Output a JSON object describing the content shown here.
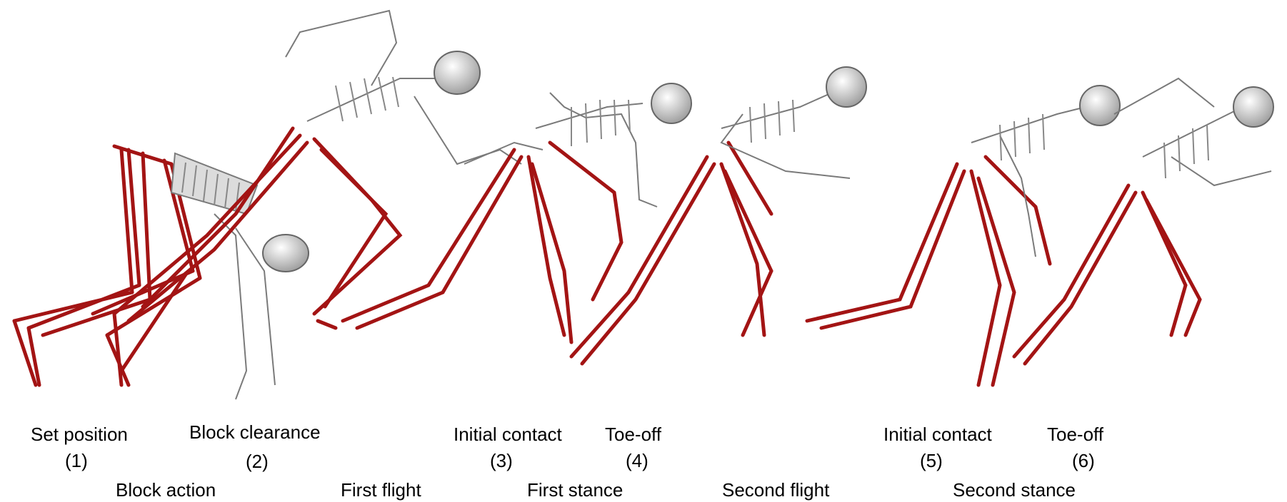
{
  "colors": {
    "muscle": "#a31414",
    "bone": "#d9d9d9",
    "bone_edge": "#7a7a7a",
    "text": "#000000"
  },
  "figures": [
    {
      "id": "set-position",
      "label": "Set position",
      "number": "(1)"
    },
    {
      "id": "block-clearance",
      "label": "Block clearance",
      "number": "(2)"
    },
    {
      "id": "initial-contact-1",
      "label": "Initial contact",
      "number": "(3)"
    },
    {
      "id": "toe-off-1",
      "label": "Toe-off",
      "number": "(4)"
    },
    {
      "id": "initial-contact-2",
      "label": "Initial contact",
      "number": "(5)"
    },
    {
      "id": "toe-off-2",
      "label": "Toe-off",
      "number": "(6)"
    }
  ],
  "phases": [
    "Block action",
    "First flight",
    "First stance",
    "Second flight",
    "Second stance"
  ]
}
